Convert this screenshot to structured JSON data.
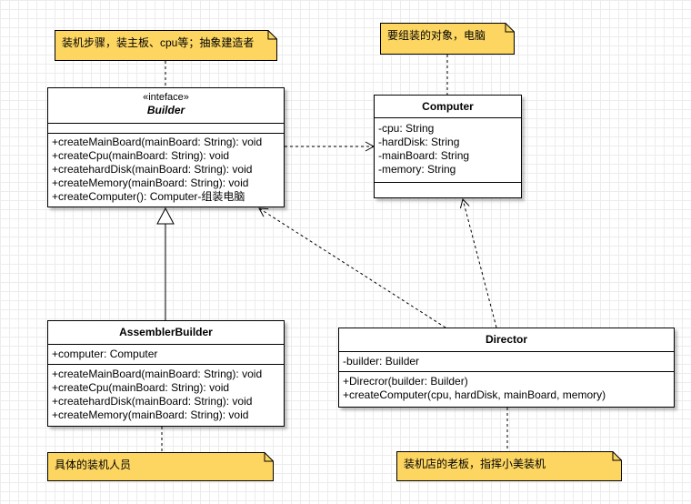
{
  "colors": {
    "note_fill": "#fdd662",
    "note_stroke": "#000000",
    "class_fill": "#ffffff"
  },
  "builder": {
    "stereotype": "«inteface»",
    "name": "Builder",
    "attributes": [],
    "methods": [
      "+createMainBoard(mainBoard: String): void",
      "+createCpu(mainBoard: String): void",
      "+createhardDisk(mainBoard: String): void",
      "+createMemory(mainBoard: String): void",
      "+createComputer(): Computer-组装电脑"
    ]
  },
  "computer": {
    "name": "Computer",
    "attributes": [
      "-cpu: String",
      "-hardDisk: String",
      "-mainBoard: String",
      "-memory: String"
    ],
    "methods": []
  },
  "assembler": {
    "name": "AssemblerBuilder",
    "attributes": [
      "+computer: Computer"
    ],
    "methods": [
      "+createMainBoard(mainBoard: String): void",
      "+createCpu(mainBoard: String): void",
      "+createhardDisk(mainBoard: String): void",
      "+createMemory(mainBoard: String): void"
    ]
  },
  "director": {
    "name": "Director",
    "attributes": [
      "-builder: Builder"
    ],
    "methods": [
      "+Direcror(builder: Builder)",
      "+createComputer(cpu, hardDisk, mainBoard, memory)"
    ]
  },
  "notes": {
    "builder_note": "装机步骤，装主板、cpu等；抽象建造者",
    "computer_note": "要组装的对象，电脑",
    "assembler_note": "具体的装机人员",
    "director_note": "装机店的老板，指挥小美装机"
  }
}
